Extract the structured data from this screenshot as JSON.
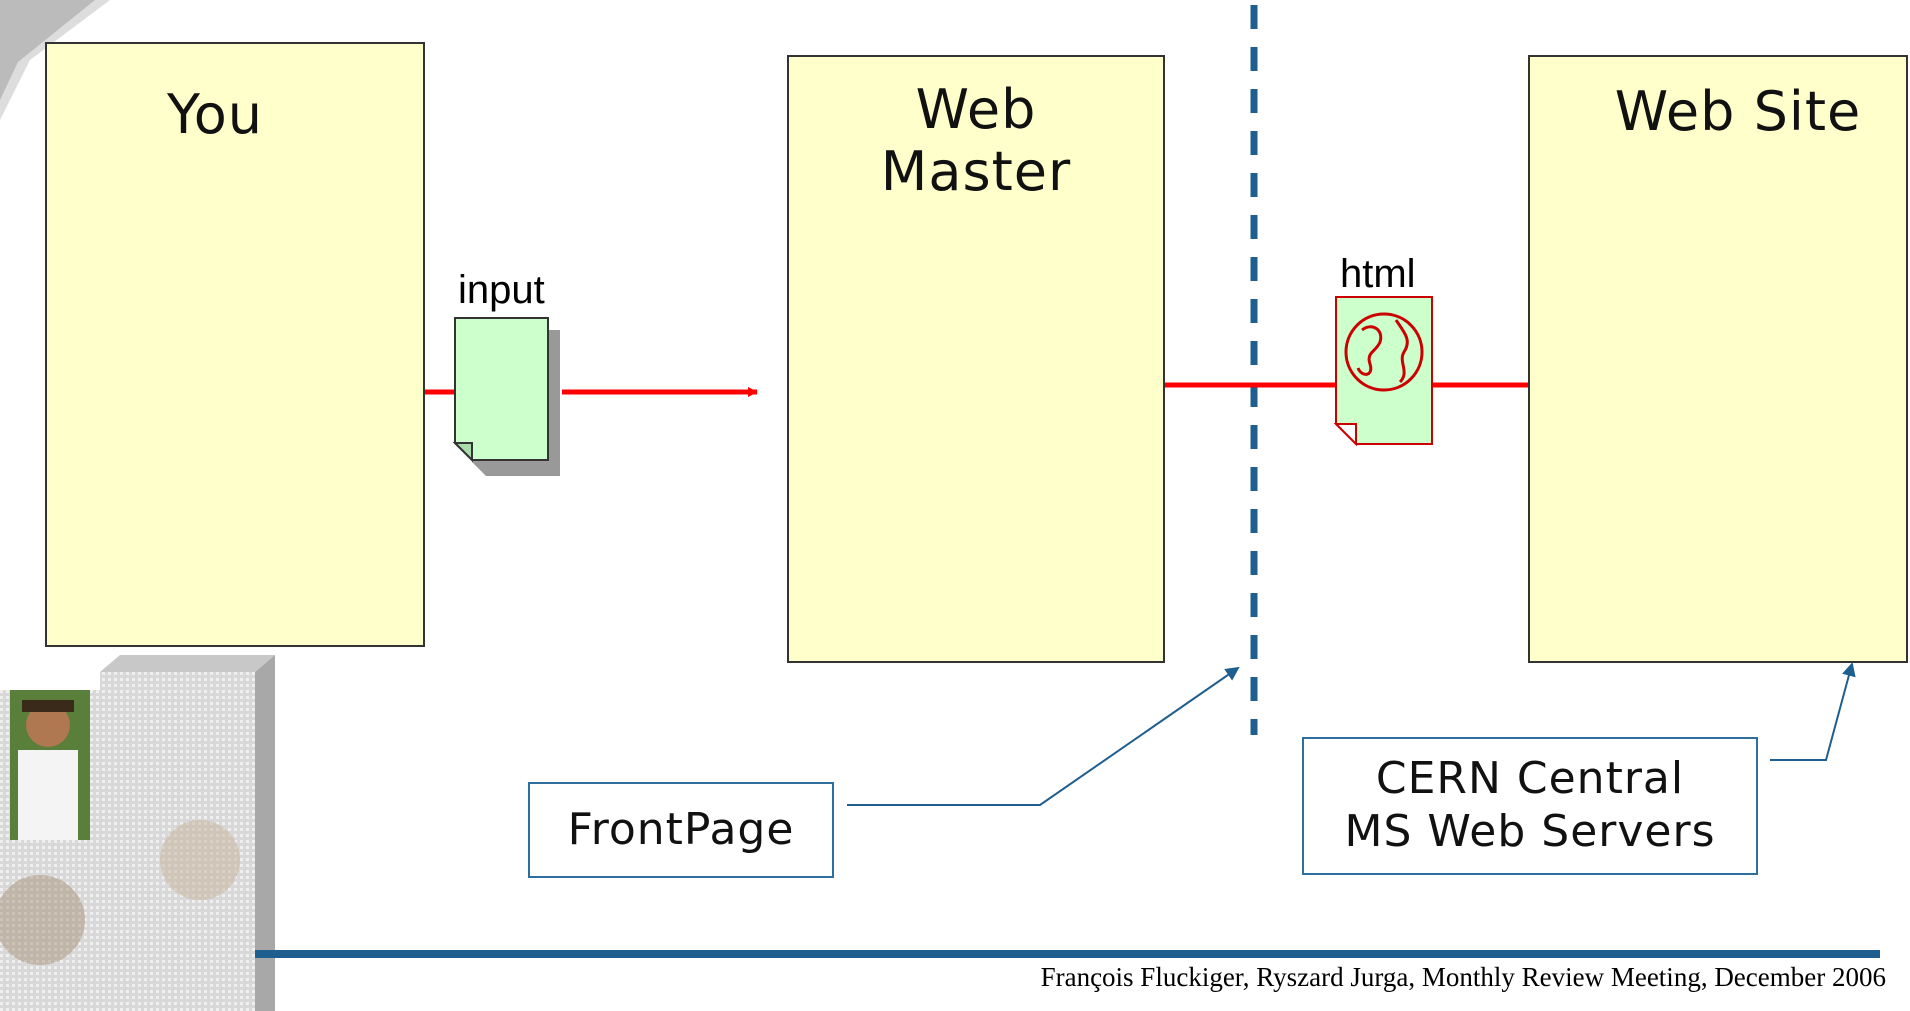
{
  "actors": {
    "you": {
      "label": "You"
    },
    "webmaster": {
      "line1": "Web",
      "line2": "Master"
    },
    "website": {
      "label": "Web Site"
    }
  },
  "documents": {
    "input": {
      "label": "input"
    },
    "html": {
      "label": "html"
    }
  },
  "callouts": {
    "frontpage": {
      "label": "FrontPage"
    },
    "servers": {
      "line1": "CERN Central",
      "line2": "MS Web Servers"
    }
  },
  "footer": {
    "credit": "François Fluckiger, Ryszard Jurga, Monthly Review Meeting, December 2006"
  },
  "icons": {
    "user": "person-at-computer-icon",
    "webmaster": "webmaster-at-computer-icon",
    "server": "web-server-icon",
    "globe": "globe-icon",
    "document": "document-icon"
  },
  "colors": {
    "box_fill": "#ffffcc",
    "flow_arrow": "#ff0000",
    "callout_border": "#2f6f9f",
    "divider": "#1f5f8f",
    "footer_rule": "#1f5f8f",
    "doc_fill": "#ccffcc"
  }
}
